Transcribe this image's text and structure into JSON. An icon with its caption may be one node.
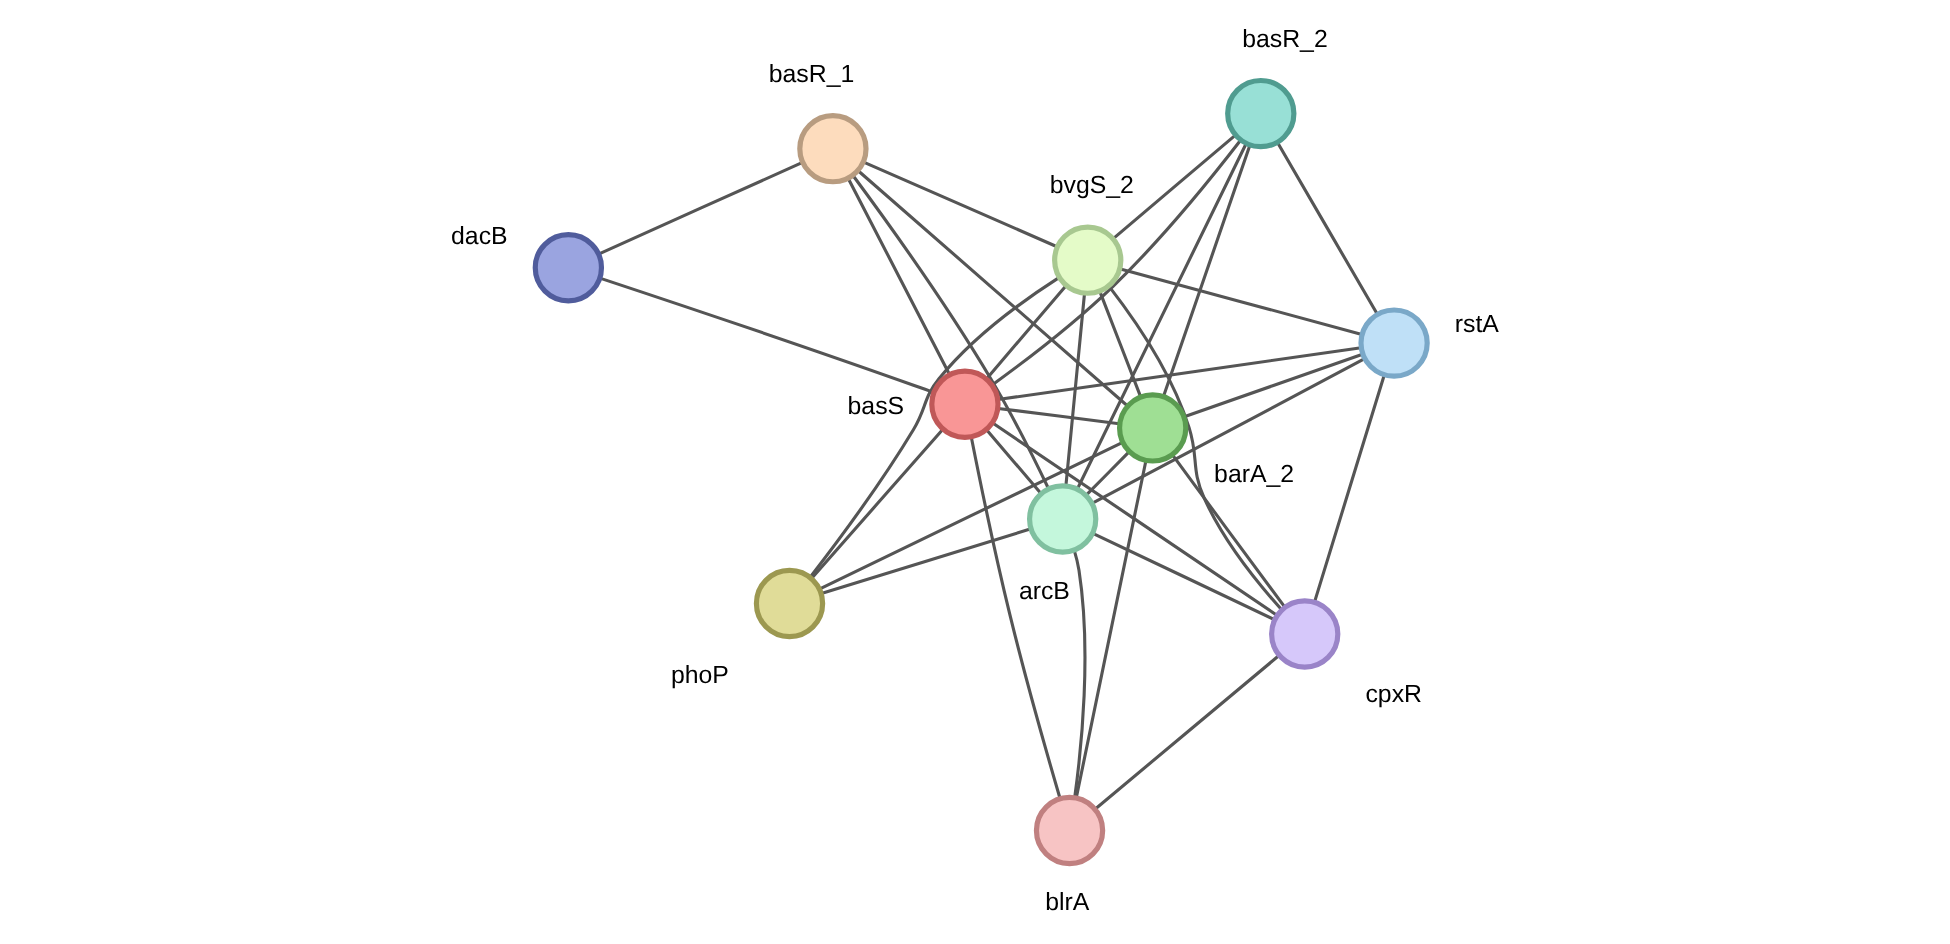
{
  "diagram": {
    "nodes": [
      {
        "text": [],
        "shape": "circle",
        "beside": [
          "blrA"
        ]
      },
      {
        "text": [],
        "shape": "circle",
        "beside": [
          "phoP"
        ]
      },
      {
        "text": [],
        "shape": "circle",
        "beside": [
          "rstA"
        ]
      },
      {
        "text": [],
        "shape": "circle",
        "beside": [
          "barA_2"
        ]
      },
      {
        "text": [],
        "shape": "circle",
        "beside": [
          "bvgS_2"
        ]
      },
      {
        "text": [],
        "shape": "circle",
        "beside": [
          "arcB"
        ]
      },
      {
        "text": [],
        "shape": "circle",
        "beside": [
          "cpxR"
        ]
      },
      {
        "text": [],
        "shape": "circle",
        "beside": [
          "basS"
        ]
      },
      {
        "text": [],
        "shape": "circle",
        "beside": [
          "basR_1"
        ]
      },
      {
        "text": [],
        "shape": "circle",
        "beside": [
          "basR_2"
        ]
      },
      {
        "text": [],
        "shape": "circle",
        "beside": [
          "dacB"
        ]
      }
    ],
    "edges": [
      {
        "from": 0,
        "to": 3,
        "arrow": "none"
      },
      {
        "from": 0,
        "to": 7,
        "arrow": "none"
      },
      {
        "from": 0,
        "to": 5,
        "arrow": "none"
      },
      {
        "from": 0,
        "to": 6,
        "arrow": "none"
      },
      {
        "from": 1,
        "to": 3,
        "arrow": "none"
      },
      {
        "from": 1,
        "to": 4,
        "arrow": "none"
      },
      {
        "from": 1,
        "to": 5,
        "arrow": "none"
      },
      {
        "from": 1,
        "to": 7,
        "arrow": "none"
      },
      {
        "from": 2,
        "to": 3,
        "arrow": "none"
      },
      {
        "from": 2,
        "to": 4,
        "arrow": "none"
      },
      {
        "from": 2,
        "to": 5,
        "arrow": "none"
      },
      {
        "from": 2,
        "to": 6,
        "arrow": "none"
      },
      {
        "from": 2,
        "to": 7,
        "arrow": "none"
      },
      {
        "from": 2,
        "to": 9,
        "arrow": "none"
      },
      {
        "from": 3,
        "to": 4,
        "arrow": "none"
      },
      {
        "from": 3,
        "to": 5,
        "arrow": "none"
      },
      {
        "from": 3,
        "to": 7,
        "arrow": "none"
      },
      {
        "from": 3,
        "to": 8,
        "arrow": "none"
      },
      {
        "from": 3,
        "to": 9,
        "arrow": "none"
      },
      {
        "from": 3,
        "to": 6,
        "arrow": "none"
      },
      {
        "from": 4,
        "to": 5,
        "arrow": "none"
      },
      {
        "from": 4,
        "to": 7,
        "arrow": "none"
      },
      {
        "from": 4,
        "to": 8,
        "arrow": "none"
      },
      {
        "from": 4,
        "to": 9,
        "arrow": "none"
      },
      {
        "from": 4,
        "to": 6,
        "arrow": "none"
      },
      {
        "from": 5,
        "to": 7,
        "arrow": "none"
      },
      {
        "from": 5,
        "to": 8,
        "arrow": "none"
      },
      {
        "from": 5,
        "to": 9,
        "arrow": "none"
      },
      {
        "from": 5,
        "to": 6,
        "arrow": "none"
      },
      {
        "from": 7,
        "to": 8,
        "arrow": "none"
      },
      {
        "from": 7,
        "to": 9,
        "arrow": "none"
      },
      {
        "from": 7,
        "to": 6,
        "arrow": "none"
      },
      {
        "from": 7,
        "to": 10,
        "arrow": "none"
      },
      {
        "from": 8,
        "to": 10,
        "arrow": "none"
      }
    ]
  }
}
